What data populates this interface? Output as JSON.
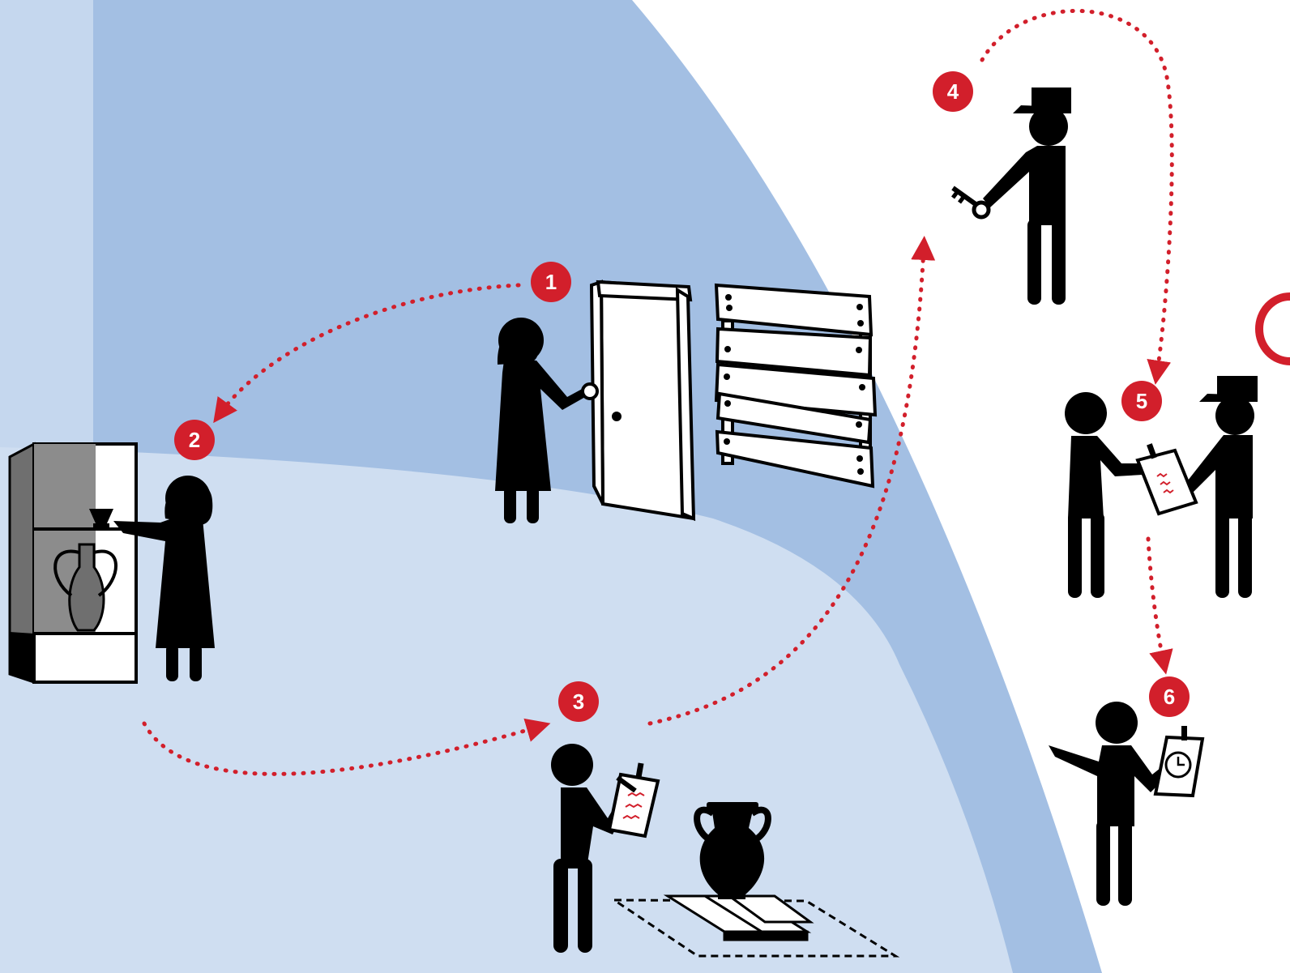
{
  "colors": {
    "background": "#ffffff",
    "zone_light": "#cfdef1",
    "zone_mid": "#a3bfe3",
    "zone_strip": "#c5d7ee",
    "accent_red": "#d21f2b",
    "ink": "#000000"
  },
  "steps": [
    {
      "label": "1",
      "scene": "person-opening-door"
    },
    {
      "label": "2",
      "scene": "person-at-display-case"
    },
    {
      "label": "3",
      "scene": "person-documenting-vase"
    },
    {
      "label": "4",
      "scene": "guard-with-key"
    },
    {
      "label": "5",
      "scene": "person-handing-clipboard-to-guard"
    },
    {
      "label": "6",
      "scene": "person-with-timed-clipboard"
    }
  ],
  "icons": {
    "door": "door-icon",
    "boarded_window": "boarded-window-icon",
    "display_case": "display-case-icon",
    "vase": "amphora-vase-icon",
    "key": "key-icon",
    "clipboard": "clipboard-icon",
    "clock": "clock-icon",
    "pallet": "pallet-icon"
  }
}
